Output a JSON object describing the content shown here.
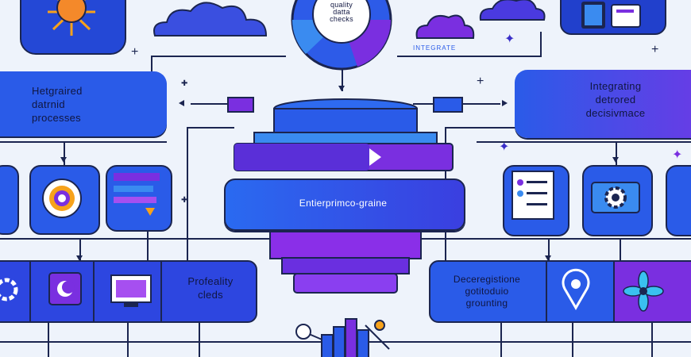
{
  "top_center": {
    "text": "quality\ndatta\nchecks"
  },
  "top_right_caption": {
    "text": "INTEGRATE"
  },
  "left_box": {
    "text": "Hetgraired\ndatrnid\nprocesses"
  },
  "right_box": {
    "text": "Integrating\ndetrored\ndecisivmace"
  },
  "center_box": {
    "text": "Entierprimco-graine"
  },
  "bottom_left": {
    "text": "Profeality\ncleds"
  },
  "bottom_right": {
    "text": "Deceregistione\ngotitoduio\ngrounting"
  },
  "colors": {
    "blue": "#2a5be8",
    "purple": "#7a2fe0",
    "navy": "#1b2550",
    "orange": "#f7a21b",
    "background": "#eef3fb"
  },
  "icons": [
    "sun-icon",
    "cloud-icon",
    "gear-icon",
    "map-pin-icon",
    "flower-icon",
    "document-icon",
    "monitor-icon",
    "database-icon",
    "bar-chart-icon",
    "arrow-icon"
  ]
}
